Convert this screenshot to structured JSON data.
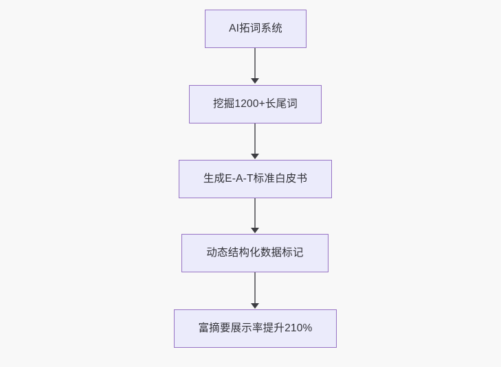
{
  "diagram": {
    "type": "flowchart",
    "direction": "top-to-bottom",
    "background_color": "#f8f8f8",
    "node_fill_color": "#ebebfb",
    "node_border_color": "#9672c4",
    "node_text_color": "#323238",
    "edge_color": "#76767a",
    "arrowhead_color": "#3d3d42",
    "nodes": [
      {
        "id": "n1",
        "label": "AI拓词系统"
      },
      {
        "id": "n2",
        "label": "挖掘1200+长尾词"
      },
      {
        "id": "n3",
        "label": "生成E-A-T标准白皮书"
      },
      {
        "id": "n4",
        "label": "动态结构化数据标记"
      },
      {
        "id": "n5",
        "label": "富摘要展示率提升210%"
      }
    ],
    "edges": [
      {
        "from": "n1",
        "to": "n2",
        "label": ""
      },
      {
        "from": "n2",
        "to": "n3",
        "label": ""
      },
      {
        "from": "n3",
        "to": "n4",
        "label": ""
      },
      {
        "from": "n4",
        "to": "n5",
        "label": ""
      }
    ]
  }
}
